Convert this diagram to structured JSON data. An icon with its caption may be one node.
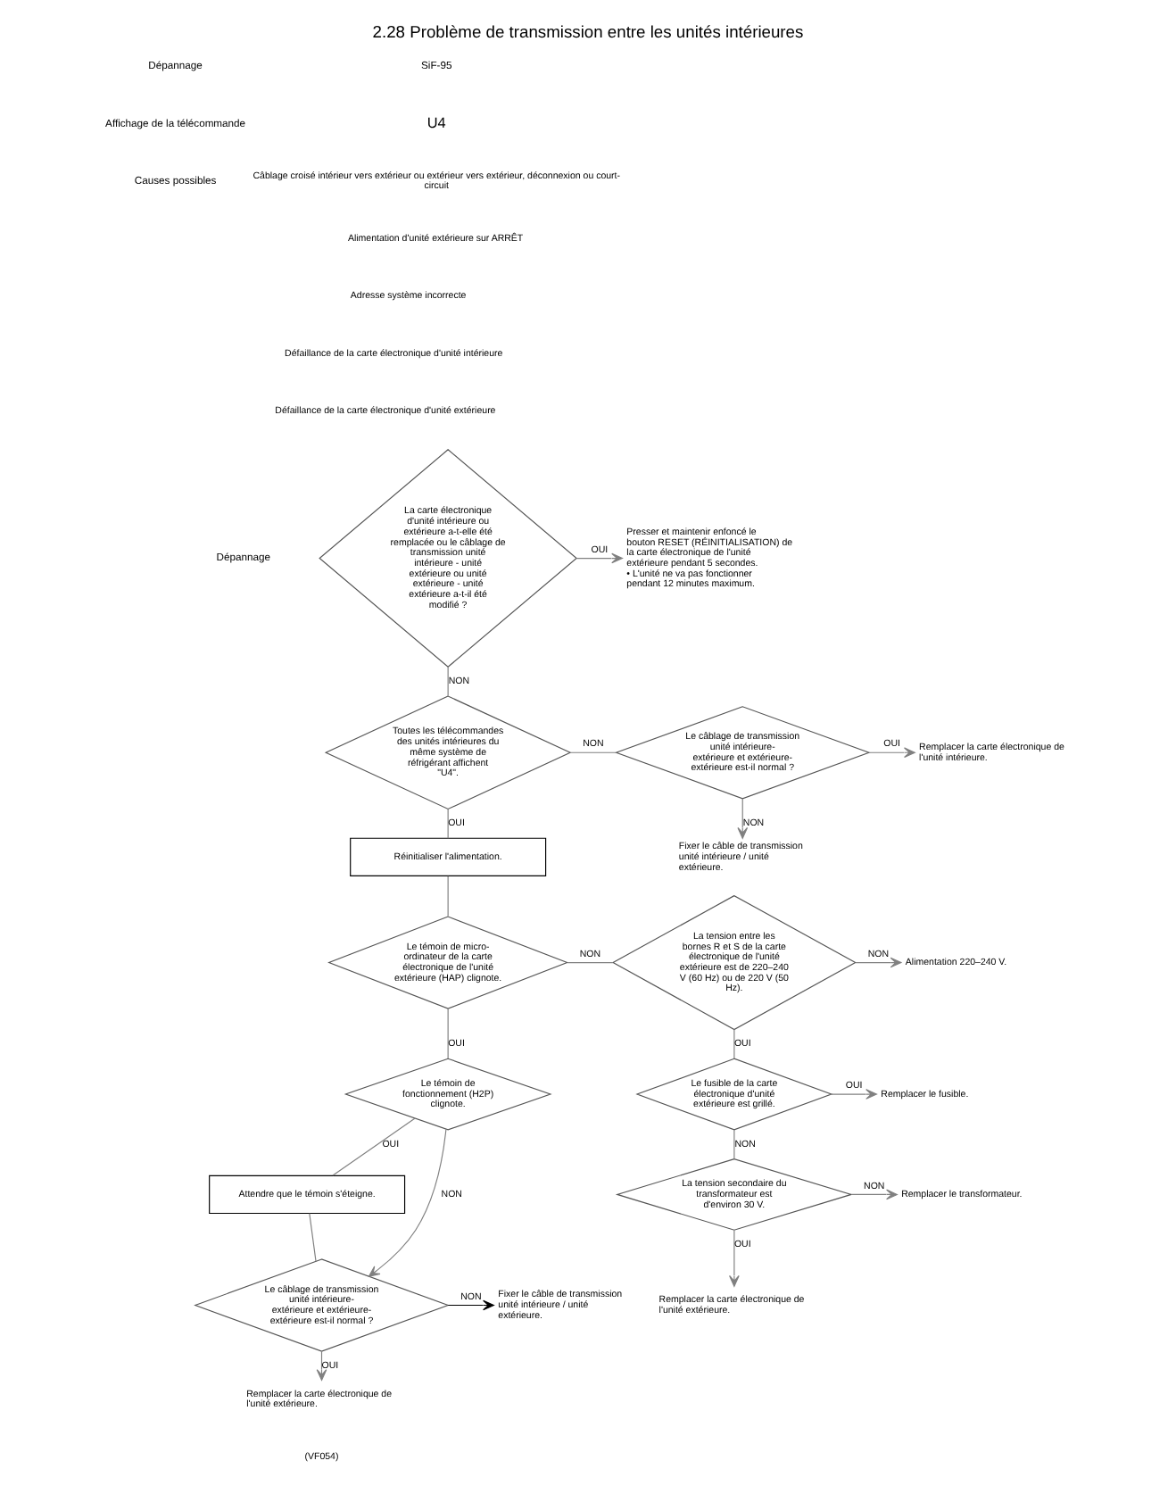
{
  "diagram": {
    "title": "2.28 Problème de transmission entre les unités intérieures",
    "nodes": [
      {
        "text": [
          "La carte électronique d'unité intérieure ou extérieure a-t-elle été remplacée ou le câblage de transmission unité intérieure - unité extérieure ou unité extérieure - unité extérieure a-t-il été modifié ?"
        ]
      },
      {
        "text": [
          "Presser et maintenir enfoncé le bouton RESET (RÉINITIALISATION) de la carte électronique de l'unité extérieure pendant 5 secondes.",
          "• L'unité ne va pas fonctionner pendant 12 minutes maximum."
        ]
      },
      {
        "text": [
          "Toutes les télécommandes des unités intérieures du même système de réfrigérant affichent \"U4\"."
        ]
      },
      {
        "text": [
          "Le câblage de transmission unité intérieure-extérieure et extérieure-extérieure est-il normal ?"
        ]
      },
      {
        "text": [
          "Remplacer la carte électronique de l'unité intérieure."
        ]
      },
      {
        "text": [
          "Fixer le câble de transmission unité intérieure / unité extérieure."
        ]
      },
      {
        "text": [
          "Réinitialiser l'alimentation."
        ]
      },
      {
        "text": [
          "Le témoin de micro-ordinateur de la carte électronique de l'unité extérieure (HAP) clignote."
        ]
      },
      {
        "text": [
          "La tension entre les bornes R et S de la carte électronique de l'unité extérieure est de 220–240 V (60 Hz) ou de 220 V (50 Hz)."
        ]
      },
      {
        "text": [
          "Alimentation 220–240 V."
        ]
      },
      {
        "text": [
          "Le fusible de la carte électronique d'unité extérieure est grillé."
        ]
      },
      {
        "text": [
          "Remplacer le fusible."
        ]
      },
      {
        "text": [
          "La tension secondaire du transformateur est d'environ 30 V."
        ]
      },
      {
        "text": [
          "Remplacer le transformateur."
        ]
      },
      {
        "text": [
          "Remplacer la carte électronique de l'unité extérieure."
        ]
      },
      {
        "text": [
          "Le témoin de fonctionnement (H2P) clignote."
        ]
      },
      {
        "text": [
          "Attendre que le témoin s'éteigne."
        ]
      },
      {
        "text": [
          "Le câblage de transmission unité intérieure-extérieure et extérieure-extérieure est-il normal ?"
        ]
      },
      {
        "text": [
          "Fixer le câble de transmission unité intérieure / unité extérieure."
        ]
      },
      {
        "text": [
          "Remplacer la carte électronique de l'unité extérieure."
        ]
      }
    ],
    "edges": [
      {
        "from": 0,
        "to": 1,
        "arrow": "to",
        "label": "OUI"
      },
      {
        "from": 0,
        "to": 2,
        "arrow": "none",
        "label": "NON"
      },
      {
        "from": 2,
        "to": 3,
        "arrow": "none",
        "label": "NON"
      },
      {
        "from": 3,
        "to": 4,
        "arrow": "to",
        "label": "OUI"
      },
      {
        "from": 3,
        "to": 5,
        "arrow": "to",
        "label": "NON"
      },
      {
        "from": 2,
        "to": 6,
        "arrow": "none",
        "label": "OUI"
      },
      {
        "from": 6,
        "to": 7,
        "arrow": "none"
      },
      {
        "from": 7,
        "to": 8,
        "arrow": "none",
        "label": "NON"
      },
      {
        "from": 8,
        "to": 9,
        "arrow": "to",
        "label": "NON"
      },
      {
        "from": 8,
        "to": 10,
        "arrow": "none",
        "label": "OUI"
      },
      {
        "from": 10,
        "to": 11,
        "arrow": "to",
        "label": "OUI"
      },
      {
        "from": 10,
        "to": 12,
        "arrow": "none",
        "label": "NON"
      },
      {
        "from": 12,
        "to": 13,
        "arrow": "to",
        "label": "NON"
      },
      {
        "from": 12,
        "to": 14,
        "arrow": "to",
        "label": "OUI"
      },
      {
        "from": 7,
        "to": 15,
        "arrow": "none",
        "label": "OUI"
      },
      {
        "from": 15,
        "to": 16,
        "arrow": "none",
        "label": "OUI"
      },
      {
        "from": 15,
        "to": 17,
        "arrow": "to",
        "label": "NON"
      },
      {
        "from": 16,
        "to": 17,
        "arrow": "none"
      },
      {
        "from": 17,
        "to": 18,
        "arrow": "to",
        "label": "NON",
        "color": "#000000"
      },
      {
        "from": 17,
        "to": 19,
        "arrow": "to",
        "label": "OUI"
      }
    ],
    "labels": [
      "Dépannage",
      "SiF-95",
      "Affichage de la télécommande",
      "U4",
      "Causes possibles",
      "Câblage croisé intérieur vers extérieur ou extérieur vers extérieur, déconnexion ou court-circuit",
      "Alimentation d'unité extérieure sur ARRÊT",
      "Adresse système incorrecte",
      "Défaillance de la carte électronique d'unité intérieure",
      "Défaillance de la carte électronique d'unité extérieure",
      "Dépannage",
      "(VF054)"
    ]
  }
}
